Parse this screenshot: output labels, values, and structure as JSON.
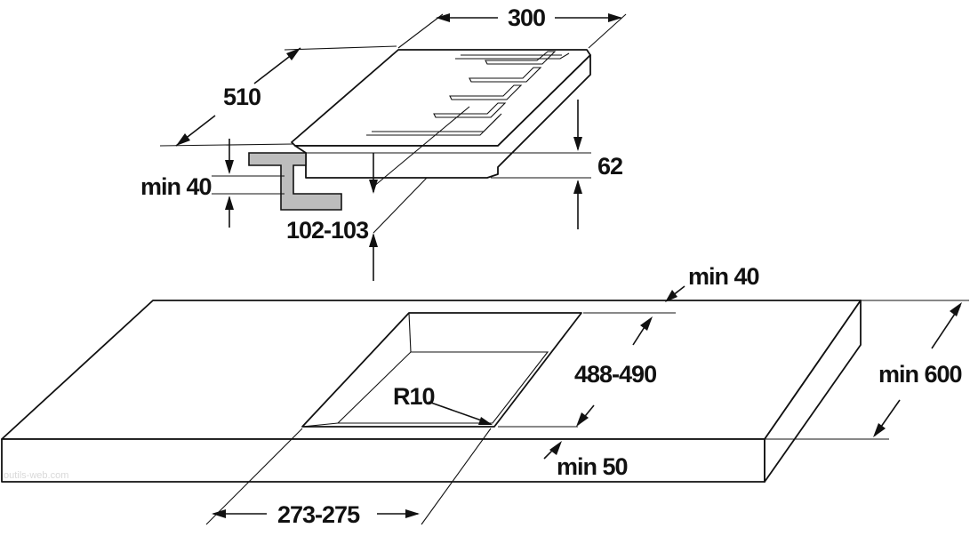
{
  "diagram": {
    "labels": {
      "width_300": "300",
      "depth_510": "510",
      "height_62": "62",
      "min_40_left": "min 40",
      "depth_102_103": "102-103",
      "min_40_top": "min 40",
      "cut_depth_488_490": "488-490",
      "radius_r10": "R10",
      "min_600": "min 600",
      "min_50": "min 50",
      "cut_width_273_275": "273-275"
    },
    "watermark": "outils-web.com",
    "colors": {
      "line": "#111111",
      "bracket_fill": "#bdbdbd",
      "background": "#ffffff"
    }
  }
}
